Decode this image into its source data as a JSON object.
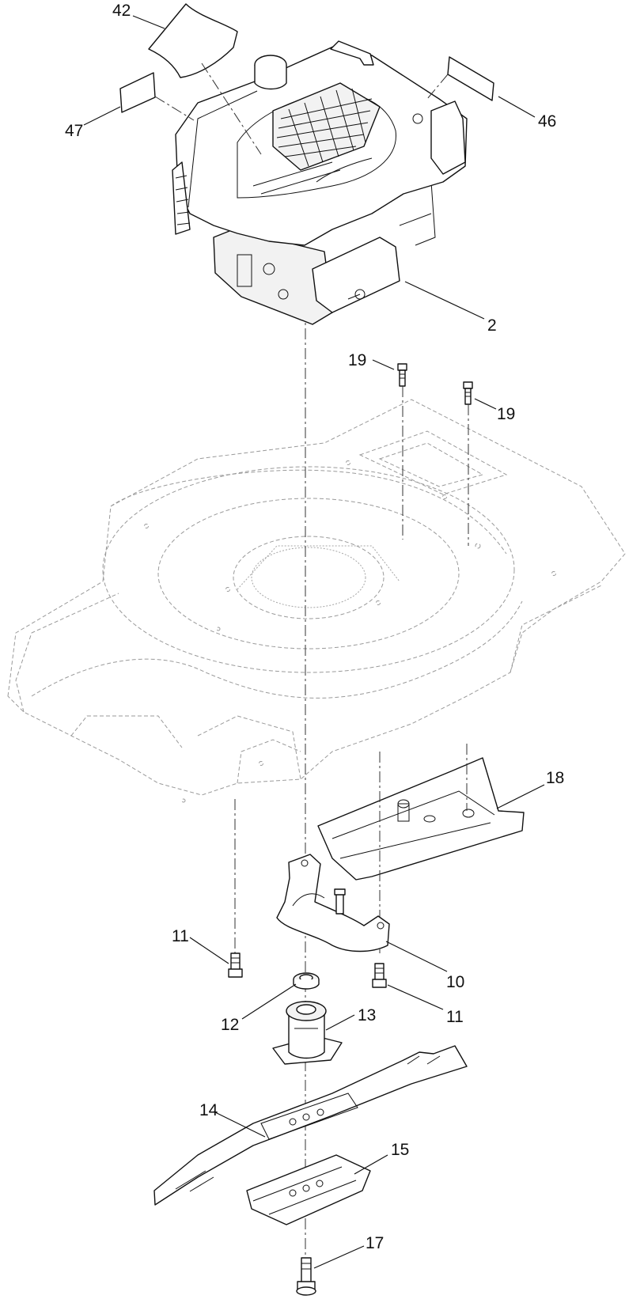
{
  "callouts": {
    "c42": "42",
    "c47": "47",
    "c46": "46",
    "c2": "2",
    "c19a": "19",
    "c19b": "19",
    "c18": "18",
    "c11a": "11",
    "c10": "10",
    "c11b": "11",
    "c12": "12",
    "c13": "13",
    "c14": "14",
    "c15": "15",
    "c17": "17"
  },
  "colors": {
    "ink": "#111111",
    "ghost": "#9a9a9a",
    "background": "#ffffff"
  }
}
